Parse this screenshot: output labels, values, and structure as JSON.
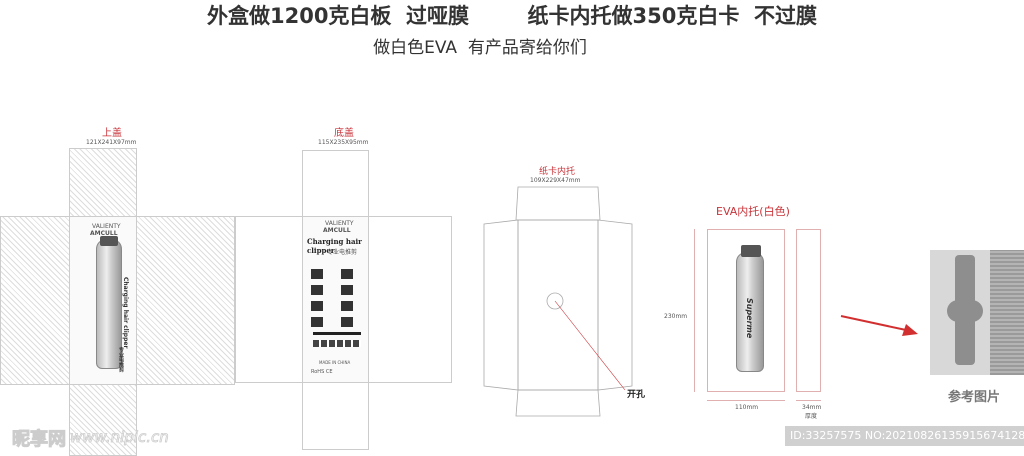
{
  "header": {
    "line1": "外盒做1200克白板  过哑膜        纸卡内托做350克白卡  不过膜",
    "line2": "做白色EVA  有产品寄给你们"
  },
  "top_lid": {
    "label": "上盖",
    "dims": "121X241X97mm",
    "brand_small": "VALIENTY",
    "brand": "AMCULL",
    "product_text": "Charging hair clipper",
    "product_cn": "专业电推剪"
  },
  "bottom_lid": {
    "label": "底盖",
    "dims": "115X235X95mm",
    "brand_small": "VALIENTY",
    "brand": "AMCULL",
    "title": "Charging hair clipper",
    "subtitle": "专业电推剪",
    "footer": "MADE IN CHINA",
    "certs": "RoHS CE"
  },
  "paper_tray": {
    "label": "纸卡内托",
    "dims": "109X229X47mm",
    "hole_label": "开孔"
  },
  "eva_tray": {
    "label": "EVA内托(白色)",
    "height": "230mm",
    "width": "110mm",
    "thickness": "34mm",
    "thickness_label": "厚度",
    "clipper_text": "Superme"
  },
  "reference": {
    "label": "参考图片"
  },
  "colors": {
    "accent_red": "#c8343a"
  },
  "watermark": {
    "logo": "昵享网",
    "url": "www.nipic.cn",
    "id": "ID:33257575 NO:20210826135915674128"
  }
}
